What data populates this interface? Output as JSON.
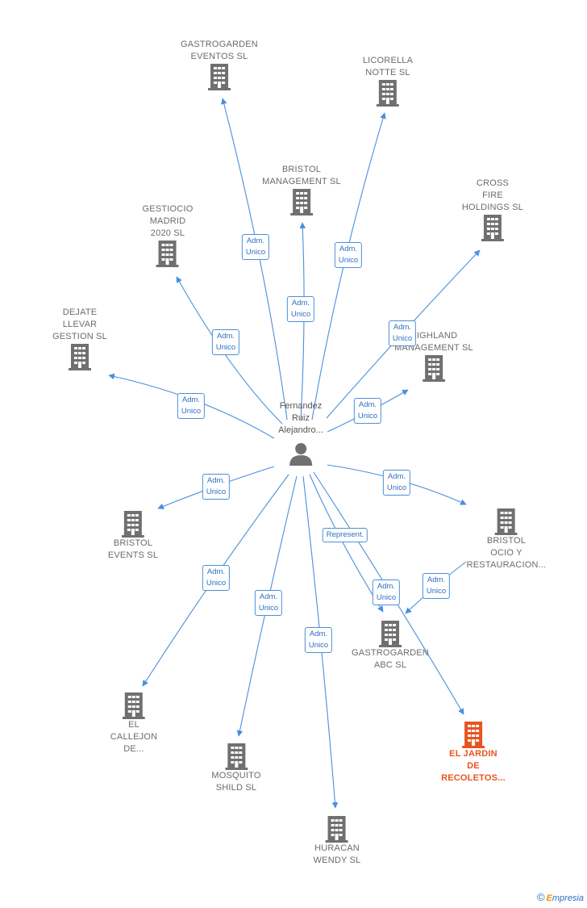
{
  "person": {
    "label": "Fernandez\nRuiz\nAlejandro..."
  },
  "companies": [
    {
      "id": "gastrogarden-eventos",
      "label": "GASTROGARDEN\nEVENTOS SL"
    },
    {
      "id": "licorella-notte",
      "label": "LICORELLA\nNOTTE SL"
    },
    {
      "id": "bristol-management",
      "label": "BRISTOL\nMANAGEMENT SL"
    },
    {
      "id": "gestiocio-madrid",
      "label": "GESTIOCIO\nMADRID\n2020 SL"
    },
    {
      "id": "cross-fire",
      "label": "CROSS\nFIRE\nHOLDINGS SL"
    },
    {
      "id": "dejate-llevar",
      "label": "DEJATE\nLLEVAR\nGESTION SL"
    },
    {
      "id": "highland-management",
      "label": "HIGHLAND\nMANAGEMENT SL"
    },
    {
      "id": "bristol-events",
      "label": "BRISTOL\nEVENTS SL"
    },
    {
      "id": "bristol-ocio",
      "label": "BRISTOL\nOCIO Y\nRESTAURACION..."
    },
    {
      "id": "gastrogarden-abc",
      "label": "GASTROGARDEN\nABC SL"
    },
    {
      "id": "el-callejon",
      "label": "EL\nCALLEJON\nDE..."
    },
    {
      "id": "mosquito-shild",
      "label": "MOSQUITO\nSHILD SL"
    },
    {
      "id": "el-jardin",
      "label": "EL JARDIN\nDE\nRECOLETOS..."
    },
    {
      "id": "huracan-wendy",
      "label": "HURACAN\nWENDY SL"
    }
  ],
  "relations": [
    {
      "label": "Adm.\nUnico"
    },
    {
      "label": "Adm.\nUnico"
    },
    {
      "label": "Adm.\nUnico"
    },
    {
      "label": "Adm.\nUnico"
    },
    {
      "label": "Adm.\nUnico"
    },
    {
      "label": "Adm.\nUnico"
    },
    {
      "label": "Adm.\nUnico"
    },
    {
      "label": "Adm.\nUnico"
    },
    {
      "label": "Adm.\nUnico"
    },
    {
      "label": "Adm.\nUnico"
    },
    {
      "label": "Adm.\nUnico"
    },
    {
      "label": "Adm.\nUnico"
    },
    {
      "label": "Adm.\nUnico"
    },
    {
      "label": "Represent."
    },
    {
      "label": "Adm.\nUnico"
    }
  ],
  "colors": {
    "edge": "#4a8fdb",
    "building": "#707070",
    "highlight": "#e8541f"
  },
  "footer": {
    "copyright": "©",
    "brand_e": "E",
    "brand_rest": "mpresia"
  }
}
